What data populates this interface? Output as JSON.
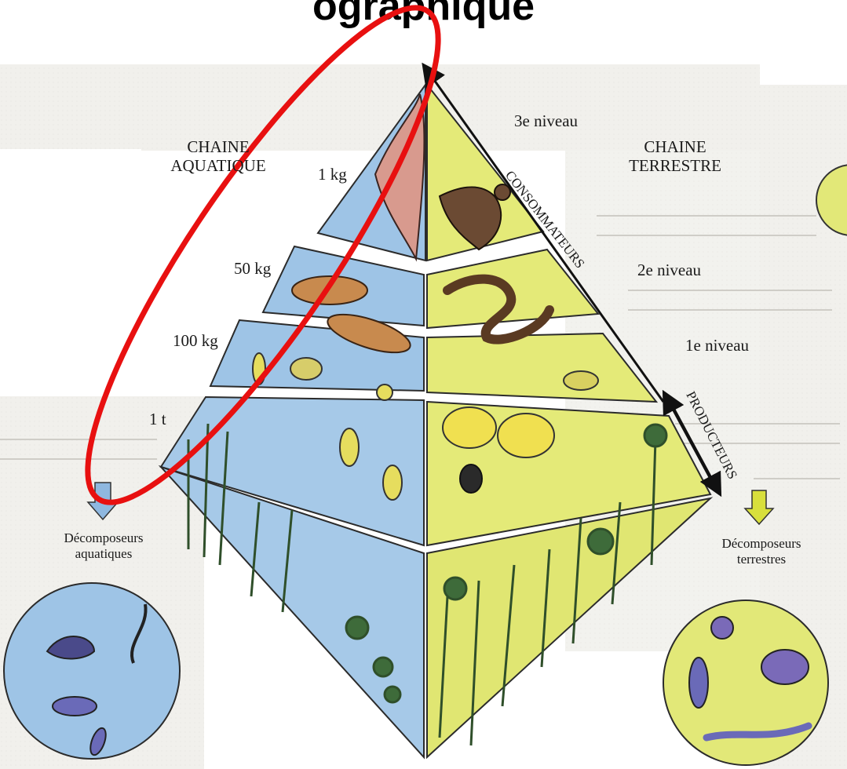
{
  "heading_fragment": "ographique",
  "labels": {
    "chain_aquatic": [
      "CHAINE",
      "AQUATIQUE"
    ],
    "chain_terrestrial": [
      "CHAINE",
      "TERRESTRE"
    ],
    "mass_1kg": "1 kg",
    "mass_50kg": "50 kg",
    "mass_100kg": "100 kg",
    "mass_1t": "1 t",
    "level_3": "3e niveau",
    "level_2": "2e niveau",
    "level_1": "1e niveau",
    "consumers": "CONSOMMATEURS",
    "producers": "PRODUCTEURS",
    "decomposers_aquatic": [
      "Décomposeurs",
      "aquatiques"
    ],
    "decomposers_terrestrial": [
      "Décomposeurs",
      "terrestres"
    ]
  },
  "colors": {
    "aquatic_face": "#9ec4e6",
    "terrestrial_face": "#e4ea78",
    "highlight_ellipse": "#e81010",
    "arrow_aquatic": "#8fb8e0",
    "arrow_terrestrial": "#d8df3c"
  }
}
